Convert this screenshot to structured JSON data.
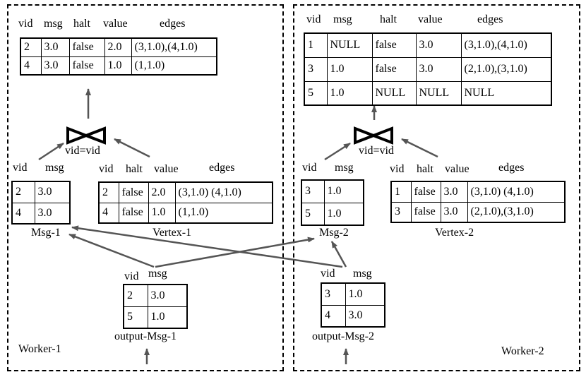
{
  "workers": [
    {
      "label": "Worker-1"
    },
    {
      "label": "Worker-2"
    }
  ],
  "join_label": "vid=vid",
  "result1": {
    "headers": [
      "vid",
      "msg",
      "halt",
      "value",
      "edges"
    ],
    "rows": [
      [
        "2",
        "3.0",
        "false",
        "2.0",
        "(3,1.0),(4,1.0)"
      ],
      [
        "4",
        "3.0",
        "false",
        "1.0",
        "(1,1.0)"
      ]
    ]
  },
  "result2": {
    "headers": [
      "vid",
      "msg",
      "halt",
      "value",
      "edges"
    ],
    "rows": [
      [
        "1",
        "NULL",
        "false",
        "3.0",
        "(3,1.0),(4,1.0)"
      ],
      [
        "3",
        "1.0",
        "false",
        "3.0",
        "(2,1.0),(3,1.0)"
      ],
      [
        "5",
        "1.0",
        "NULL",
        "NULL",
        "NULL"
      ]
    ]
  },
  "msg1": {
    "name": "Msg-1",
    "headers": [
      "vid",
      "msg"
    ],
    "rows": [
      [
        "2",
        "3.0"
      ],
      [
        "4",
        "3.0"
      ]
    ]
  },
  "msg2": {
    "name": "Msg-2",
    "headers": [
      "vid",
      "msg"
    ],
    "rows": [
      [
        "3",
        "1.0"
      ],
      [
        "5",
        "1.0"
      ]
    ]
  },
  "vertex1": {
    "name": "Vertex-1",
    "headers": [
      "vid",
      "halt",
      "value",
      "edges"
    ],
    "rows": [
      [
        "2",
        "false",
        "2.0",
        "(3,1.0) (4,1.0)"
      ],
      [
        "4",
        "false",
        "1.0",
        "(1,1.0)"
      ]
    ]
  },
  "vertex2": {
    "name": "Vertex-2",
    "headers": [
      "vid",
      "halt",
      "value",
      "edges"
    ],
    "rows": [
      [
        "1",
        "false",
        "3.0",
        "(3,1.0) (4,1.0)"
      ],
      [
        "3",
        "false",
        "3.0",
        "(2,1.0),(3,1.0)"
      ]
    ]
  },
  "output1": {
    "name": "output-Msg-1",
    "headers": [
      "vid",
      "msg"
    ],
    "rows": [
      [
        "2",
        "3.0"
      ],
      [
        "5",
        "1.0"
      ]
    ]
  },
  "output2": {
    "name": "output-Msg-2",
    "headers": [
      "vid",
      "msg"
    ],
    "rows": [
      [
        "3",
        "1.0"
      ],
      [
        "4",
        "3.0"
      ]
    ]
  }
}
